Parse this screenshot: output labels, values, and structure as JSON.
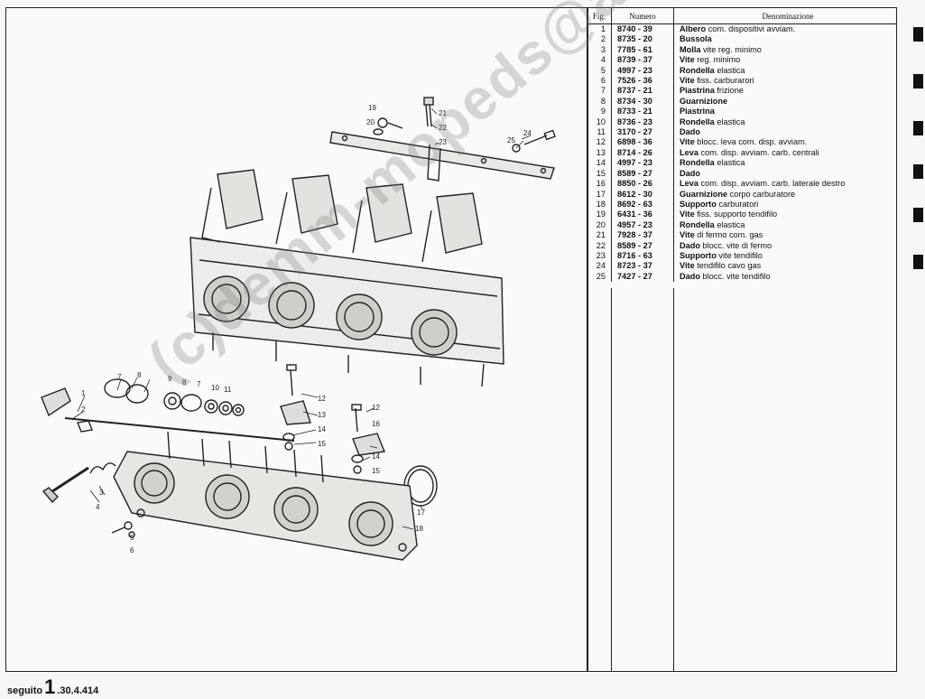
{
  "table": {
    "headers": {
      "fig": "Fig.",
      "numero": "Numero",
      "denominazione": "Denominazione"
    },
    "rows": [
      {
        "fig": "1",
        "numero": "8740  -  39",
        "den": "Albero com. dispositivi avviam.",
        "bold_len": 6
      },
      {
        "fig": "2",
        "numero": "8735  -  20",
        "den": "Bussola",
        "bold_len": 7
      },
      {
        "fig": "3",
        "numero": "7785  -  61",
        "den": "Molla vite reg. minimo",
        "bold_len": 5
      },
      {
        "fig": "4",
        "numero": "8739  -  37",
        "den": "Vite reg. minimo",
        "bold_len": 4
      },
      {
        "fig": "5",
        "numero": "4997  -  23",
        "den": "Rondella elastica",
        "bold_len": 8
      },
      {
        "fig": "6",
        "numero": "7526  -  36",
        "den": "Vite fiss. carburarori",
        "bold_len": 4
      },
      {
        "fig": "7",
        "numero": "8737  -  21",
        "den": "Piastrina frizione",
        "bold_len": 9
      },
      {
        "fig": "8",
        "numero": "8734  -  30",
        "den": "Guarnizione",
        "bold_len": 11
      },
      {
        "fig": "9",
        "numero": "8733  -  21",
        "den": "Piastrina",
        "bold_len": 9
      },
      {
        "fig": "10",
        "numero": "8736  -  23",
        "den": "Rondella elastica",
        "bold_len": 8
      },
      {
        "fig": "11",
        "numero": "3170  -  27",
        "den": "Dado",
        "bold_len": 4
      },
      {
        "fig": "12",
        "numero": "6898  -  36",
        "den": "Vite blocc. leva com. disp. avviam.",
        "bold_len": 4
      },
      {
        "fig": "13",
        "numero": "8714  -  26",
        "den": "Leva com. disp. avviam. carb. centrali",
        "bold_len": 4
      },
      {
        "fig": "14",
        "numero": "4997  -  23",
        "den": "Rondella elastica",
        "bold_len": 8
      },
      {
        "fig": "15",
        "numero": "8589  -  27",
        "den": "Dado",
        "bold_len": 4
      },
      {
        "fig": "16",
        "numero": "8850  -  26",
        "den": "Leva com. disp. avviam. carb. laterale destro",
        "bold_len": 4
      },
      {
        "fig": "17",
        "numero": "8612  -  30",
        "den": "Guarnizione corpo carburatore",
        "bold_len": 11
      },
      {
        "fig": "18",
        "numero": "8692  -  63",
        "den": "Supporto carburatori",
        "bold_len": 8
      },
      {
        "fig": "19",
        "numero": "6431  -  36",
        "den": "Vite fiss. supporto tendifilo",
        "bold_len": 4
      },
      {
        "fig": "20",
        "numero": "4957  -  23",
        "den": "Rondella elastica",
        "bold_len": 8
      },
      {
        "fig": "21",
        "numero": "7928  -  37",
        "den": "Vite di fermo com. gas",
        "bold_len": 4
      },
      {
        "fig": "22",
        "numero": "8589  -  27",
        "den": "Dado blocc. vite di fermo",
        "bold_len": 4
      },
      {
        "fig": "23",
        "numero": "8716  -  63",
        "den": "Supporto vite tendifilo",
        "bold_len": 8
      },
      {
        "fig": "24",
        "numero": "8723  -  37",
        "den": "Vite tendifilo cavo gas",
        "bold_len": 4
      },
      {
        "fig": "25",
        "numero": "7427  -  27",
        "den": "Dado blocc. vite tendifilo",
        "bold_len": 4
      }
    ]
  },
  "footer": {
    "seguito": "seguito",
    "big": "1",
    "code": ".30.4.414"
  },
  "watermark": "(c)demm-mopeds@ali",
  "callouts": [
    "19",
    "20",
    "21",
    "22",
    "23",
    "24",
    "25",
    "1",
    "2",
    "3",
    "4",
    "5",
    "6",
    "7",
    "8",
    "9",
    "8",
    "7",
    "10",
    "11",
    "12",
    "13",
    "14",
    "15",
    "12",
    "16",
    "14",
    "15",
    "17",
    "18"
  ]
}
